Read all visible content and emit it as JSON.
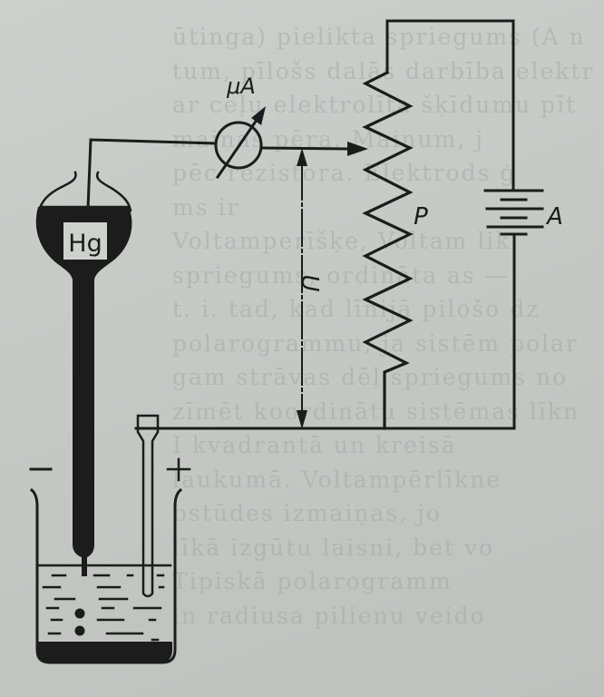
{
  "labels": {
    "microammeter": "μA",
    "potentiometer": "P",
    "battery": "A",
    "voltage": "U",
    "mercury": "Hg",
    "cathode_sign": "−",
    "anode_sign": "+"
  },
  "background_text_lines": [
    "ūtinga) pielikta spriegums (A n",
    "tum, pīlošs dalās darbība elektr",
    "ar ceļu elektrolīta šķīdumu pīt",
    "maiņas pēra, Mainum, j",
    "pēc rezistora. Elektrods ģ",
    "ms ir",
    "Voltamperīšķe, Voltam lik",
    "spriegums, ordināta as —",
    "t. i. tad, kad līnijā pilošo dz",
    "polarogrammu, ja sistēm polar",
    "gam strāvas dēļ spriegums no",
    "zīmēt koordinātu sistēmas līkn",
    "I kvadrantā un kreisā ",
    "laukumā. Voltampērlīkne",
    "bstūdes izmaiņas, jo",
    "līkā izgūtu laisni, bet vo",
    "Tipiskā polarogramm",
    "in radiusa pilienu veido"
  ]
}
